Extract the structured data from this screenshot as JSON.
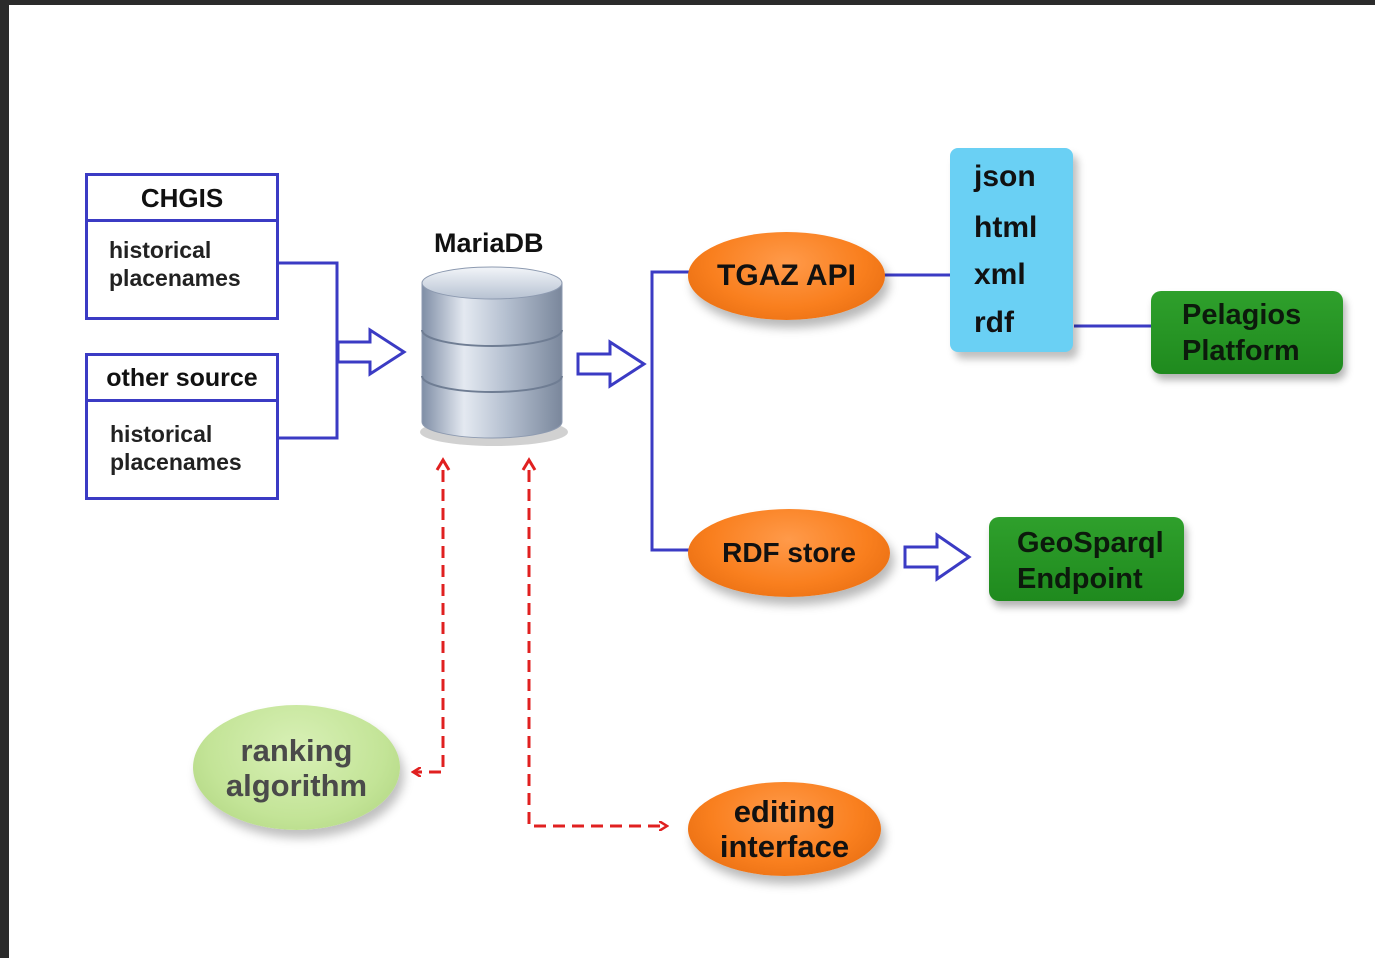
{
  "sources": [
    {
      "title": "CHGIS",
      "body": [
        "historical",
        "placenames"
      ]
    },
    {
      "title": "other source",
      "body": [
        "historical",
        "placenames"
      ]
    }
  ],
  "database": {
    "label": "MariaDB"
  },
  "outputs": {
    "api": "TGAZ API",
    "formats": [
      "json",
      "html",
      "xml",
      "rdf"
    ],
    "pelagios": [
      "Pelagios",
      "Platform"
    ],
    "rdf_store": "RDF store",
    "geosparql": [
      "GeoSparql",
      "Endpoint"
    ]
  },
  "tools": {
    "ranking": [
      "ranking",
      "algorithm"
    ],
    "editing": [
      "editing",
      "interface"
    ]
  },
  "colors": {
    "connector": "#3b3bc4",
    "dashed": "#e02020",
    "orange": "#f98a2a",
    "green": "#279a25",
    "sky": "#6ad0f4",
    "lime": "#c3e497"
  }
}
